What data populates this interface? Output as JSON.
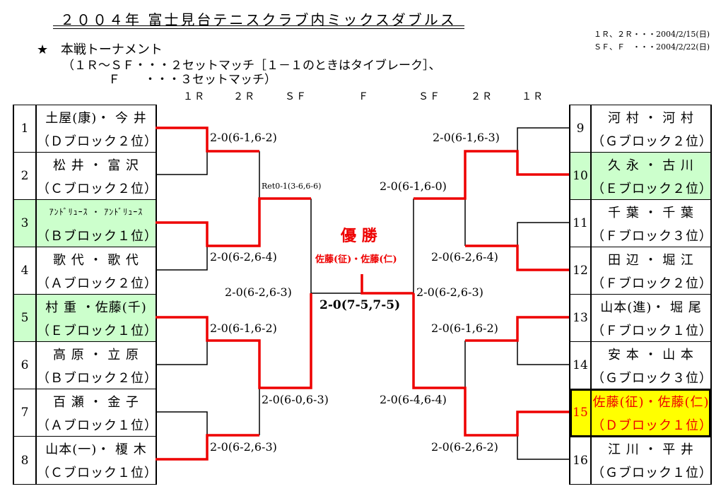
{
  "title": "２００４年 富士見台テニスクラブ内ミックスダブルス",
  "schedule": [
    "１Ｒ、２Ｒ・・・2004/2/15(日)",
    "ＳＦ、Ｆ　・・・2004/2/22(日)"
  ],
  "section": {
    "star": "★",
    "heading": "本戦トーナメント",
    "line1": "（１Ｒ～ＳＦ・・・２セットマッチ［１－１のときはタイブレーク］、",
    "line2": "Ｆ　　・・・３セットマッチ）"
  },
  "round_headers": [
    "１Ｒ",
    "２Ｒ",
    "ＳＦ",
    "Ｆ",
    "ＳＦ",
    "２Ｒ",
    "１Ｒ"
  ],
  "left_players": [
    {
      "no": "1",
      "names": "土屋(康)・ 今 井",
      "block": "（Ｄブロック２位）"
    },
    {
      "no": "2",
      "names": "松 井 ・ 富 沢",
      "block": "（Ｃブロック２位）"
    },
    {
      "no": "3",
      "names": "ｱﾝﾄﾞﾘｭｰｽ ・ ｱﾝﾄﾞﾘｭｰｽ",
      "block": "（Ｂブロック１位）"
    },
    {
      "no": "4",
      "names": "歌 代 ・ 歌 代",
      "block": "（Ａブロック２位）"
    },
    {
      "no": "5",
      "names": "村 重 ・佐藤(千)",
      "block": "（Ｅブロック１位）"
    },
    {
      "no": "6",
      "names": "高 原 ・ 立 原",
      "block": "（Ｂブロック２位）"
    },
    {
      "no": "7",
      "names": "百 瀬 ・ 金 子",
      "block": "（Ａブロック１位）"
    },
    {
      "no": "8",
      "names": "山本(一)・ 榎 木",
      "block": "（Ｃブロック１位）"
    }
  ],
  "right_players": [
    {
      "no": "9",
      "names": "河 村 ・ 河 村",
      "block": "（Ｇブロック２位）"
    },
    {
      "no": "10",
      "names": "久 永 ・ 古 川",
      "block": "（Ｅブロック２位）"
    },
    {
      "no": "11",
      "names": "千 葉 ・ 千 葉",
      "block": "（Ｆブロック３位）"
    },
    {
      "no": "12",
      "names": "田 辺 ・ 堀 江",
      "block": "（Ｆブロック２位）"
    },
    {
      "no": "13",
      "names": "山本(進)・ 堀 尾",
      "block": "（Ｆブロック１位）"
    },
    {
      "no": "14",
      "names": "安 本 ・ 山 本",
      "block": "（Ｇブロック３位）"
    },
    {
      "no": "15",
      "names": "佐藤(征)・佐藤(仁)",
      "block": "（Ｄブロック１位）"
    },
    {
      "no": "16",
      "names": "江 川 ・ 平 井",
      "block": "（Ｇブロック１位）"
    }
  ],
  "scores": {
    "l1r_a": "2-0(6-1,6-2)",
    "l1r_b": "2-0(6-2,6-4)",
    "l1r_c": "2-0(6-1,6-2)",
    "l1r_d": "2-0(6-2,6-3)",
    "l2r_a": "Ret0-1(3-6,6-6)",
    "l2r_b": "2-0(6-0,6-3)",
    "lsf": "2-0(6-2,6-3)",
    "final": "2-0(7-5,7-5)",
    "rsf": "2-0(6-2,6-3)",
    "r2r_a": "2-0(6-1,6-0)",
    "r2r_b": "2-0(6-4,6-4)",
    "r1r_a": "2-0(6-1,6-3)",
    "r1r_b": "2-0(6-2,6-4)",
    "r1r_c": "2-0(6-1,6-2)",
    "r1r_d": "2-0(6-2,6-2)"
  },
  "champion": {
    "label": "優 勝",
    "names": "佐藤(征)・佐藤(仁)"
  },
  "colors": {
    "winner_line": "#ee0000",
    "highlight_green": "#ccffcc",
    "champion_yellow": "#ffff00"
  }
}
